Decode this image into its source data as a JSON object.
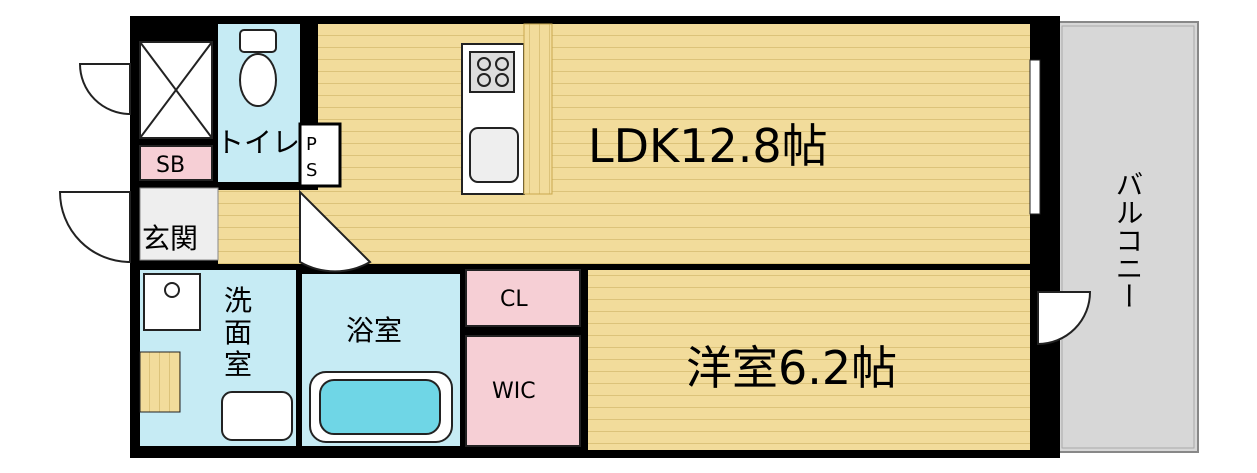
{
  "rooms": {
    "ldk": "LDK12.8帖",
    "western_room": "洋室6.2帖",
    "toilet": "トイレ",
    "ps_top": "P",
    "ps_bottom": "S",
    "shoe_box": "SB",
    "entrance": "玄関",
    "washroom_line1": "洗",
    "washroom_line2": "面",
    "washroom_line3": "室",
    "bathroom": "浴室",
    "closet": "CL",
    "walk_in_closet": "WIC",
    "balcony": "バルコニー"
  },
  "colors": {
    "floor_wood": "#f2dc9b",
    "floor_line": "#d8bf72",
    "wet_area": "#c6ebf4",
    "storage": "#f6cfd5",
    "wall": "#000000",
    "balcony": "#d7d7d7",
    "bathtub": "#6fd6e6"
  }
}
